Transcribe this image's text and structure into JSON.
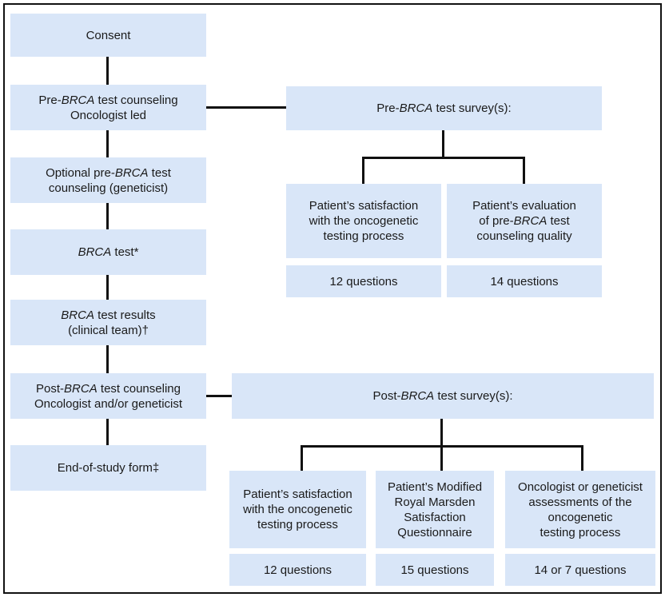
{
  "figure": {
    "box_fill": "#d9e6f8",
    "line_color": "#111111",
    "text_color": "#1a1a1a"
  },
  "left_flow": {
    "consent": {
      "line1": "Consent"
    },
    "pre_counseling": {
      "s0": "Pre-",
      "gene": "BRCA",
      "s2": " test counseling",
      "line2": "Oncologist led"
    },
    "optional_counseling": {
      "s0": "Optional pre-",
      "gene": "BRCA",
      "s2": " test",
      "line2": "counseling (geneticist)"
    },
    "brca_test": {
      "gene": "BRCA",
      "s2": " test*"
    },
    "test_results": {
      "gene": "BRCA",
      "s2": " test results",
      "line2": "(clinical team)†"
    },
    "post_counseling": {
      "s0": "Post-",
      "gene": "BRCA",
      "s2": " test counseling",
      "line2": "Oncologist and/or geneticist"
    },
    "end_of_study": {
      "line1": "End-of-study form‡"
    }
  },
  "pre_survey": {
    "header": {
      "s0": "Pre-",
      "gene": "BRCA",
      "s2": " test survey(s):"
    },
    "satisfaction": {
      "line1": "Patient’s satisfaction",
      "line2": "with the oncogenetic",
      "line3": "testing process"
    },
    "satisfaction_questions": "12 questions",
    "evaluation": {
      "line1": "Patient’s evaluation",
      "l2s0": "of pre-",
      "gene": "BRCA",
      "l2s2": " test",
      "line3": "counseling quality"
    },
    "evaluation_questions": "14 questions"
  },
  "post_survey": {
    "header": {
      "s0": "Post-",
      "gene": "BRCA",
      "s2": " test survey(s):"
    },
    "satisfaction": {
      "line1": "Patient’s satisfaction",
      "line2": "with the oncogenetic",
      "line3": "testing process"
    },
    "satisfaction_questions": "12 questions",
    "royal_marsden": {
      "line1": "Patient’s Modified",
      "line2": "Royal Marsden",
      "line3": "Satisfaction",
      "line4": "Questionnaire"
    },
    "royal_marsden_questions": "15 questions",
    "clinician_assessment": {
      "line1": "Oncologist or geneticist",
      "line2": "assessments of the",
      "line3": "oncogenetic",
      "line4": "testing process"
    },
    "clinician_questions": "14 or 7 questions"
  }
}
